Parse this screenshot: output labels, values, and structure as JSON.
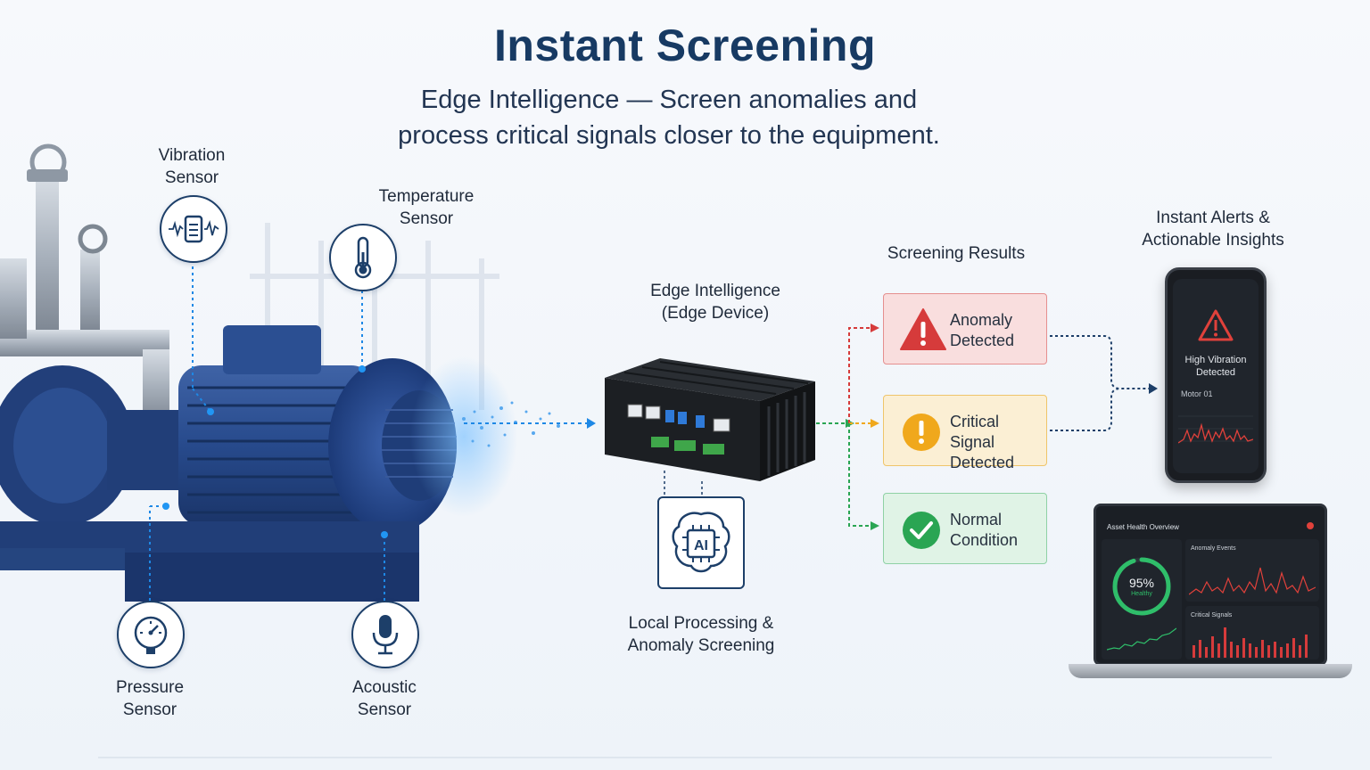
{
  "header": {
    "title": "Instant Screening",
    "subtitle_line1": "Edge Intelligence — Screen anomalies and",
    "subtitle_line2": "process critical signals closer to the equipment."
  },
  "sensors": {
    "vibration": {
      "line1": "Vibration",
      "line2": "Sensor",
      "icon": "vibration-icon"
    },
    "temperature": {
      "line1": "Temperature",
      "line2": "Sensor",
      "icon": "thermometer-icon"
    },
    "pressure": {
      "line1": "Pressure",
      "line2": "Sensor",
      "icon": "pressure-gauge-icon"
    },
    "acoustic": {
      "line1": "Acoustic",
      "line2": "Sensor",
      "icon": "microphone-icon"
    }
  },
  "edge_device": {
    "line1": "Edge Intelligence",
    "line2": "(Edge Device)"
  },
  "local_processing": {
    "ai_label": "AI",
    "line1": "Local Processing &",
    "line2": "Anomaly Screening"
  },
  "screening": {
    "heading": "Screening Results",
    "results": [
      {
        "line1": "Anomaly",
        "line2": "Detected",
        "color": "#d63b3b",
        "icon": "warning-triangle-icon"
      },
      {
        "line1": "Critical Signal",
        "line2": "Detected",
        "color": "#f0a81c",
        "icon": "exclamation-circle-icon"
      },
      {
        "line1": "Normal",
        "line2": "Condition",
        "color": "#2aa553",
        "icon": "check-circle-icon"
      }
    ]
  },
  "alerts": {
    "line1": "Instant Alerts &",
    "line2": "Actionable Insights"
  },
  "phone": {
    "alert_line1": "High Vibration",
    "alert_line2": "Detected",
    "asset": "Motor 01"
  },
  "dashboard": {
    "title": "Asset Health Overview",
    "health_value": "95%",
    "health_label": "Healthy",
    "health_fraction": 0.95,
    "panel1": "Anomaly Events",
    "panel2": "Critical Signals"
  },
  "colors": {
    "navy": "#173a63",
    "link_blue": "#1e88e5",
    "red": "#d63b3b",
    "amber": "#f0a81c",
    "green": "#2aa553"
  }
}
